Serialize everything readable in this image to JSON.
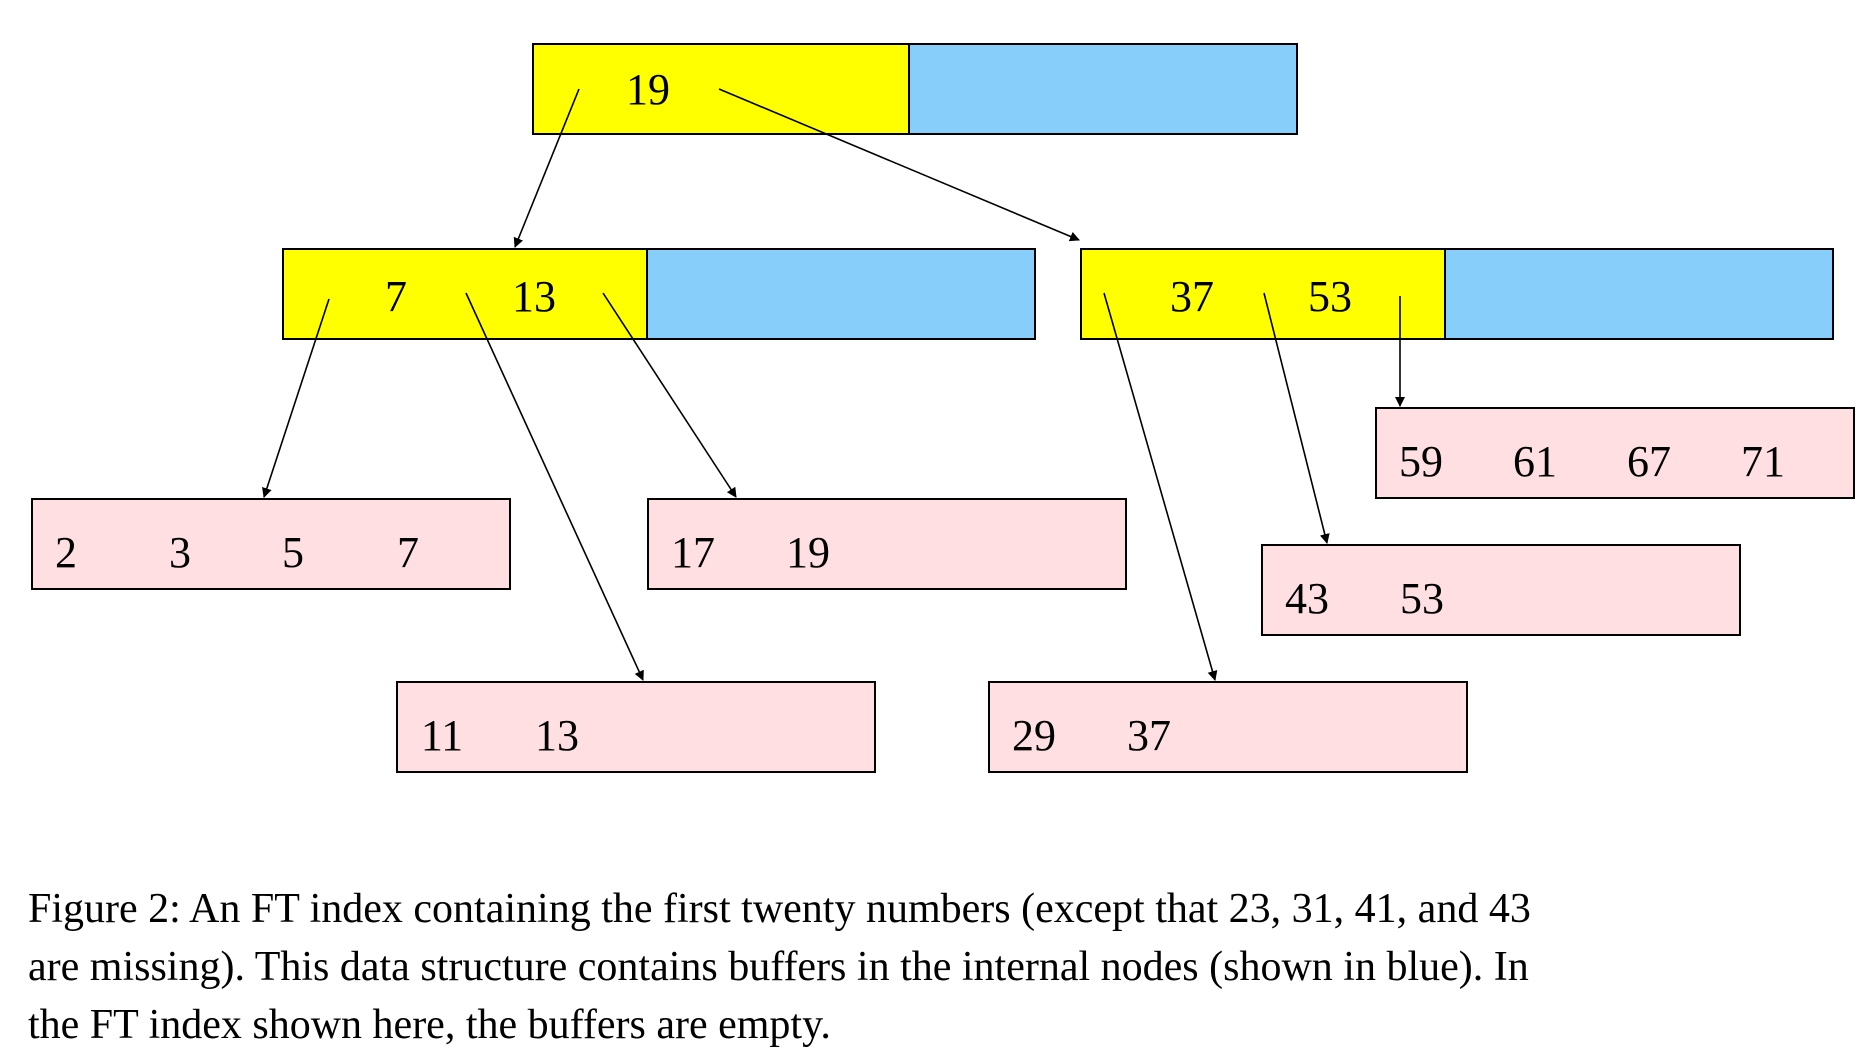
{
  "colors": {
    "key_part": "#ffff00",
    "buffer": "#87cefa",
    "leaf": "#ffdfe2",
    "stroke": "#000000"
  },
  "tree": {
    "root": {
      "keys": [
        "19"
      ],
      "buffer": ""
    },
    "internal": [
      {
        "keys": [
          "7",
          "13"
        ],
        "buffer": ""
      },
      {
        "keys": [
          "37",
          "53"
        ],
        "buffer": ""
      }
    ],
    "leaves": [
      {
        "values": [
          "2",
          "3",
          "5",
          "7"
        ]
      },
      {
        "values": [
          "11",
          "13"
        ]
      },
      {
        "values": [
          "17",
          "19"
        ]
      },
      {
        "values": [
          "29",
          "37"
        ]
      },
      {
        "values": [
          "43",
          "53"
        ]
      },
      {
        "values": [
          "59",
          "61",
          "67",
          "71"
        ]
      }
    ]
  },
  "caption": {
    "lines": [
      "Figure 2: An FT index containing the first twenty numbers (except that 23, 31, 41, and 43",
      "are missing). This data structure contains buffers in the internal nodes (shown in blue). In",
      "the FT index shown here, the buffers are empty."
    ]
  }
}
